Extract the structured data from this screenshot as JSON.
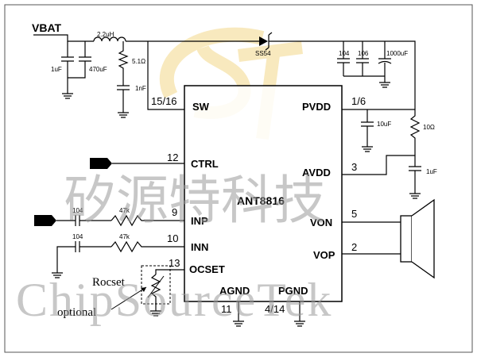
{
  "title": "ANT8816",
  "colors": {
    "line": "#000000",
    "watermark": "#9a9a9a",
    "logo": "#f3d88a"
  },
  "icons": [
    "battery-terminal",
    "inductor-icon",
    "diode-icon",
    "capacitor-icon",
    "resistor-icon",
    "ground-icon",
    "speaker-icon",
    "input-connector-icon",
    "logo-watermark"
  ],
  "supply": {
    "vbat": "VBAT"
  },
  "components": {
    "inductor": "2.2uH",
    "cap_in_small": "1uF",
    "cap_in_big": "470uF",
    "snub_res": "5.1Ω",
    "snub_cap": "1nF",
    "diode": "SS54",
    "cap_out_1": "104",
    "cap_out_2": "106",
    "cap_out_3": "1000uF",
    "cap_pvdd": "10uF",
    "res_avdd": "10Ω",
    "cap_avdd": "1uF",
    "cap_inp": "104",
    "cap_inn": "104",
    "res_inp": "47k",
    "res_inn": "47k",
    "rocset_label": "Rocset",
    "rocset_note": "optional"
  },
  "pins": {
    "sw": {
      "num": "15/16",
      "name": "SW"
    },
    "ctrl": {
      "num": "12",
      "name": "CTRL"
    },
    "inp": {
      "num": "9",
      "name": "INP"
    },
    "inn": {
      "num": "10",
      "name": "INN"
    },
    "ocset": {
      "num": "13",
      "name": "OCSET"
    },
    "agnd": {
      "num": "11",
      "name": "AGND"
    },
    "pgnd": {
      "num": "4/14",
      "name": "PGND"
    },
    "pvdd": {
      "num": "1/6",
      "name": "PVDD"
    },
    "avdd": {
      "num": "3",
      "name": "AVDD"
    },
    "von": {
      "num": "5",
      "name": "VON"
    },
    "vop": {
      "num": "2",
      "name": "VOP"
    }
  },
  "watermark": {
    "chinese": "矽源特科技",
    "english": "ChipSourceTek"
  }
}
